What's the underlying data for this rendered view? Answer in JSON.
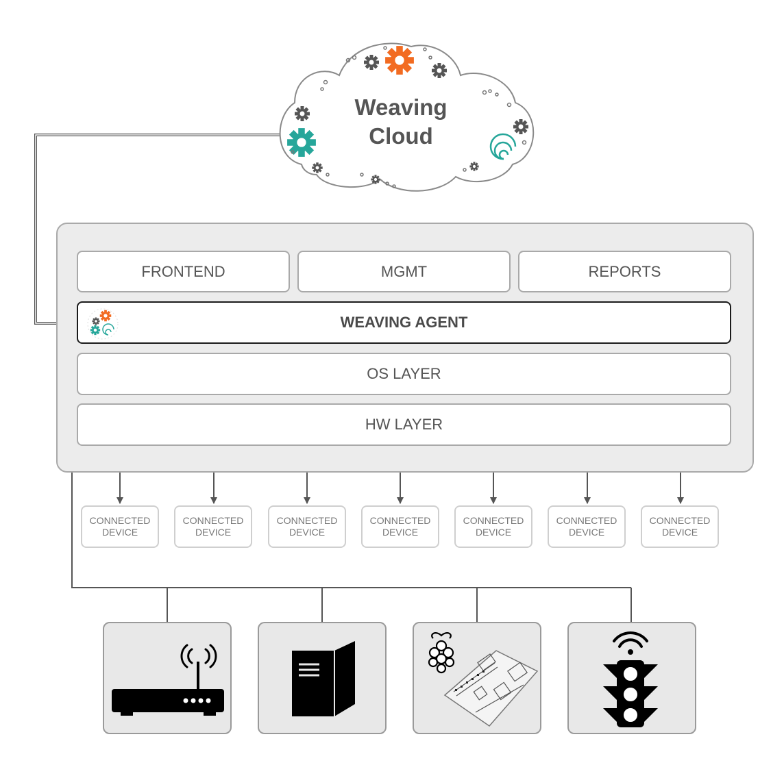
{
  "cloud": {
    "line1": "Weaving",
    "line2": "Cloud"
  },
  "stack": {
    "frontend": "FRONTEND",
    "mgmt": "MGMT",
    "reports": "REPORTS",
    "agent": "WEAVING AGENT",
    "os": "OS LAYER",
    "hw": "HW LAYER"
  },
  "devices": [
    {
      "line1": "CONNECTED",
      "line2": "DEVICE"
    },
    {
      "line1": "CONNECTED",
      "line2": "DEVICE"
    },
    {
      "line1": "CONNECTED",
      "line2": "DEVICE"
    },
    {
      "line1": "CONNECTED",
      "line2": "DEVICE"
    },
    {
      "line1": "CONNECTED",
      "line2": "DEVICE"
    },
    {
      "line1": "CONNECTED",
      "line2": "DEVICE"
    },
    {
      "line1": "CONNECTED",
      "line2": "DEVICE"
    }
  ],
  "hardware_icons": [
    "wifi-router-icon",
    "server-tower-icon",
    "raspberry-pi-board-icon",
    "traffic-light-icon"
  ],
  "colors": {
    "orange": "#f26b21",
    "teal": "#26a69a",
    "gear_gray": "#555555",
    "border": "#a9a9a9"
  }
}
